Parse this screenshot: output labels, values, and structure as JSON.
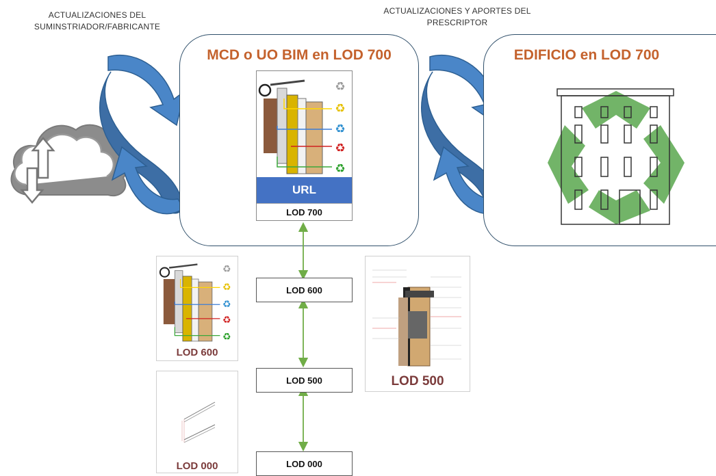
{
  "captions": {
    "supplier": "ACTUALIZACIONES DEL SUMINSTRIADOR/FABRICANTE",
    "prescriber": "ACTUALIZACIONES Y APORTES DEL PRESCRIPTOR"
  },
  "panels": {
    "mcd_title": "MCD o UO BIM en LOD 700",
    "building_title": "EDIFICIO en LOD 700"
  },
  "url_label": "URL",
  "lod_levels": [
    "LOD 700",
    "LOD 600",
    "LOD 500",
    "LOD 000"
  ],
  "cards": {
    "lod600": "LOD 600",
    "lod500": "LOD 500",
    "lod000": "LOD 000"
  },
  "icons": [
    "cloud-upload-download-icon",
    "recycle-icon",
    "building-icon",
    "cycle-arrow-icon"
  ],
  "colors": {
    "arrow_blue": "#4a86c8",
    "title_orange": "#c4622d",
    "url_blue": "#4472c4",
    "connector_green": "#70ad47",
    "recycle_green": "#5aa84e"
  }
}
